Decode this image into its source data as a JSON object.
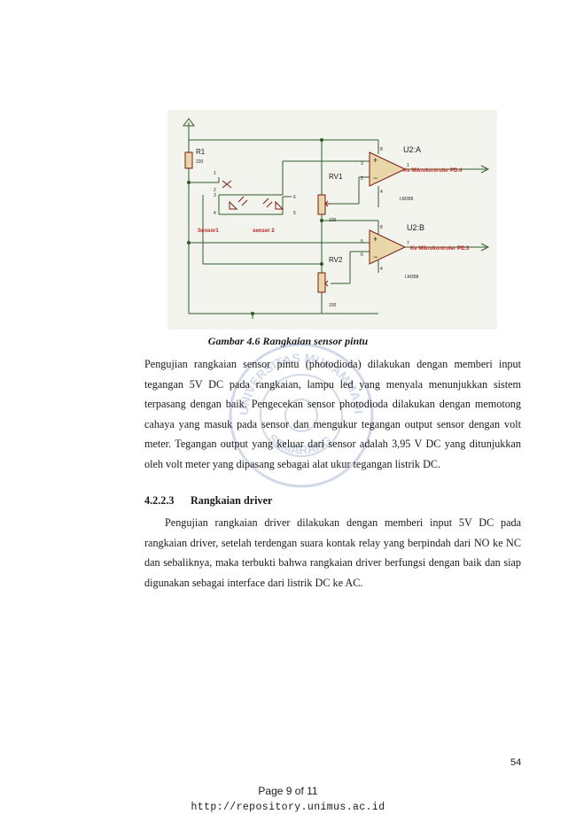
{
  "figure": {
    "schematic": {
      "r1_label": "R1",
      "r1_value": "220",
      "rv1_label": "RV1",
      "rv1_value": "100",
      "rv2_label": "RV2",
      "rv2_value": "100",
      "u2a_label": "U2:A",
      "u2b_label": "U2:B",
      "u2a_part": "LM358",
      "u2b_part": "LM358",
      "out_a": "Ke Mikrokontroler PD.4",
      "out_b": "Ke Mikrokontroler PD.3",
      "sensor1": "Sensor1",
      "sensor2": "sensor 2",
      "pins": {
        "p1": "1",
        "p2": "2",
        "p3": "3",
        "p4": "4",
        "p5": "5",
        "p6": "6",
        "a_in_plus": "3",
        "a_in_minus": "2",
        "a_out": "1",
        "b_in_plus": "5",
        "b_in_minus": "6",
        "b_out": "7",
        "a_vcc": "8",
        "a_gnd": "4",
        "b_vcc": "8",
        "b_gnd": "4"
      }
    },
    "caption": "Gambar 4.6 Rangkaian sensor pintu"
  },
  "watermark": {
    "top_text": "UNIVERSITAS MUHAMMADIYAH",
    "bottom_text": "SEMARANG"
  },
  "paragraph1": "Pengujian rangkaian sensor pintu (photodioda) dilakukan dengan memberi input tegangan 5V DC pada rangkaian, lampu led yang menyala menunjukkan sistem terpasang dengan baik. Pengecekan sensor photodioda dilakukan dengan memotong cahaya yang masuk pada sensor dan mengukur tegangan output sensor dengan volt meter. Tegangan output yang keluar dari sensor adalah 3,95 V DC yang ditunjukkan oleh volt meter yang dipasang sebagai alat ukur tegangan listrik DC.",
  "section": {
    "number": "4.2.2.3",
    "title": "Rangkaian driver"
  },
  "paragraph2": "Pengujian rangkaian driver dilakukan dengan memberi input 5V DC pada rangkaian driver, setelah terdengan suara kontak relay yang berpindah dari NO ke NC dan sebaliknya, maka terbukti bahwa rangkaian driver berfungsi dengan baik dan siap digunakan sebagai interface dari listrik DC ke AC.",
  "page_number": "54",
  "footer": {
    "page_of": "Page 9 of 11",
    "url": "http://repository.unimus.ac.id"
  }
}
